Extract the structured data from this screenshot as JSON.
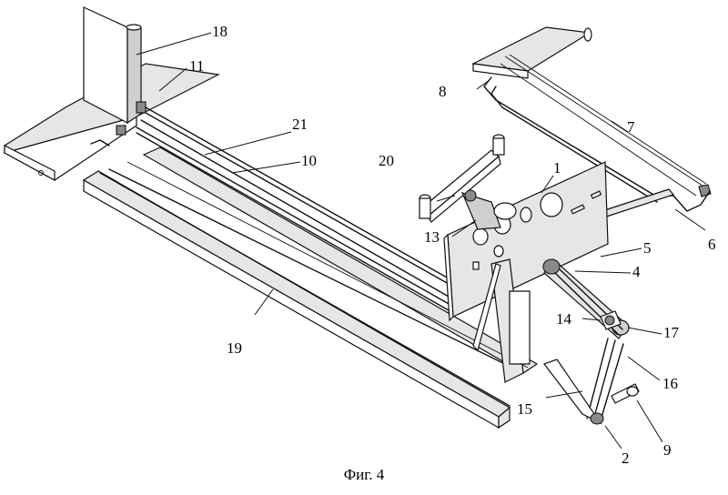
{
  "figure": {
    "caption": "Фиг. 4",
    "labels": {
      "l1": "1",
      "l2": "2",
      "l4": "4",
      "l5": "5",
      "l6": "6",
      "l7": "7",
      "l8": "8",
      "l9": "9",
      "l10": "10",
      "l11": "11",
      "l13": "13",
      "l14": "14",
      "l15": "15",
      "l16": "16",
      "l17": "17",
      "l18": "18",
      "l19": "19",
      "l20": "20",
      "l21": "21"
    }
  }
}
